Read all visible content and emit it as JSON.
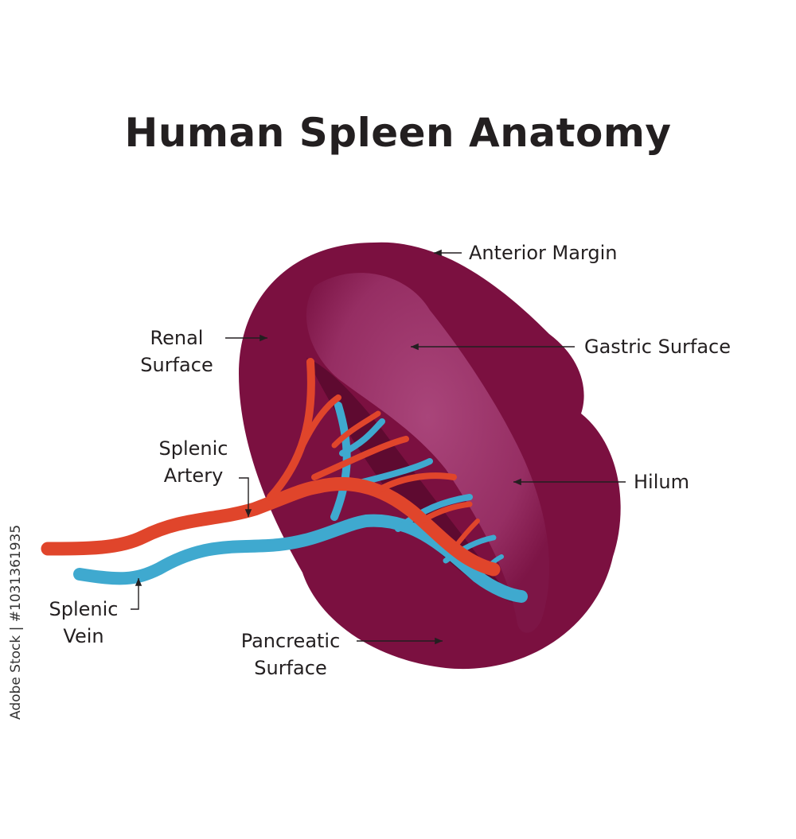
{
  "title": "Human Spleen Anatomy",
  "labels": {
    "anterior_margin": "Anterior Margin",
    "gastric_surface": "Gastric Surface",
    "renal_line1": "Renal",
    "renal_line2": "Surface",
    "splenic_artery_line1": "Splenic",
    "splenic_artery_line2": "Artery",
    "hilum": "Hilum",
    "splenic_vein_line1": "Splenic",
    "splenic_vein_line2": "Vein",
    "pancreatic_line1": "Pancreatic",
    "pancreatic_line2": "Surface"
  },
  "stock_id": "Adobe Stock | #1031361935",
  "colors": {
    "spleen": "#7b1040",
    "gastric": "#a43a6e",
    "artery": "#e0452b",
    "vein": "#3fa9cf",
    "text": "#231f20"
  },
  "icons": [
    "arrow-icon"
  ]
}
